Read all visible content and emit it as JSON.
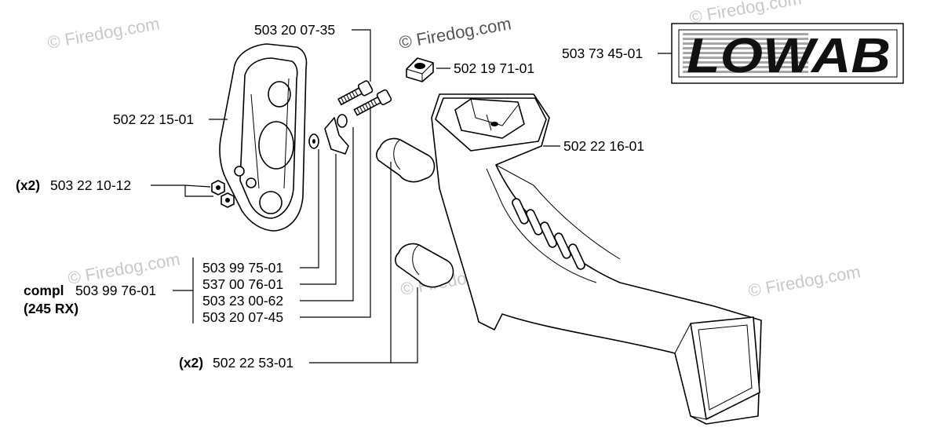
{
  "watermarks": {
    "top_center": "© Firedog.com",
    "repeat": "© Firedog.com"
  },
  "logo": {
    "part_number": "503 73 45-01",
    "text": "LOWAB"
  },
  "labels": {
    "screw_top": "503 20 07-35",
    "nut_small": "502 19 71-01",
    "cover": "502 22 15-01",
    "handle": "502 22 16-01",
    "nuts_qty": "(x2)",
    "nuts": "503 22 10-12",
    "kit_washer": "503 99 75-01",
    "kit_bracket": "537 00 76-01",
    "kit_washer2": "503 23 00-62",
    "kit_screw": "503 20 07-45",
    "compl_prefix": "compl",
    "compl_number": "503 99 76-01",
    "compl_model": "(245 RX)",
    "dampers_qty": "(x2)",
    "dampers": "502 22 53-01"
  }
}
